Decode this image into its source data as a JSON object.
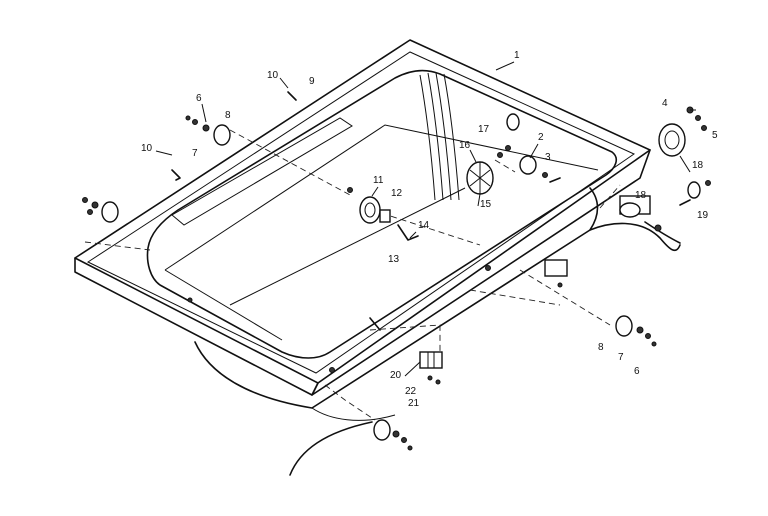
{
  "labels": [
    {
      "id": "1",
      "text": "1"
    },
    {
      "id": "2",
      "text": "2"
    },
    {
      "id": "3",
      "text": "3"
    },
    {
      "id": "4",
      "text": "4"
    },
    {
      "id": "5",
      "text": "5"
    },
    {
      "id": "6a",
      "text": "6"
    },
    {
      "id": "6b",
      "text": "6"
    },
    {
      "id": "7a",
      "text": "7"
    },
    {
      "id": "7b",
      "text": "7"
    },
    {
      "id": "8a",
      "text": "8"
    },
    {
      "id": "8b",
      "text": "8"
    },
    {
      "id": "9",
      "text": "9"
    },
    {
      "id": "10a",
      "text": "10"
    },
    {
      "id": "10b",
      "text": "10"
    },
    {
      "id": "11",
      "text": "11"
    },
    {
      "id": "12",
      "text": "12"
    },
    {
      "id": "13",
      "text": "13"
    },
    {
      "id": "14",
      "text": "14"
    },
    {
      "id": "15",
      "text": "15"
    },
    {
      "id": "16",
      "text": "16"
    },
    {
      "id": "17",
      "text": "17"
    },
    {
      "id": "18a",
      "text": "18"
    },
    {
      "id": "18b",
      "text": "18"
    },
    {
      "id": "19",
      "text": "19"
    },
    {
      "id": "20",
      "text": "20"
    },
    {
      "id": "21",
      "text": "21"
    },
    {
      "id": "22",
      "text": "22"
    }
  ]
}
